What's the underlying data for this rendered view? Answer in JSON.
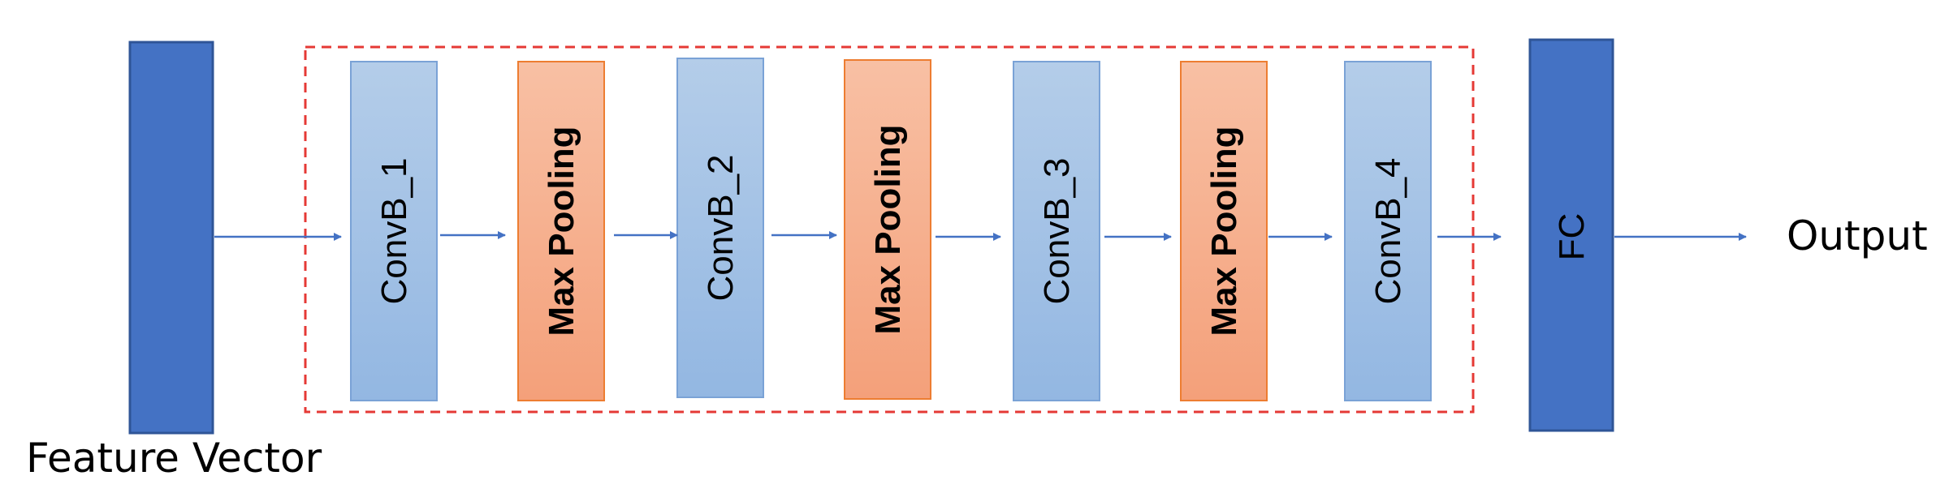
{
  "input_label": "Feature Vector",
  "output_label": "Output",
  "blocks": [
    {
      "label": "ConvB_1",
      "kind": "conv"
    },
    {
      "label": "Max Pooling",
      "kind": "pool"
    },
    {
      "label": "ConvB_2",
      "kind": "conv"
    },
    {
      "label": "Max Pooling",
      "kind": "pool"
    },
    {
      "label": "ConvB_3",
      "kind": "conv"
    },
    {
      "label": "Max Pooling",
      "kind": "pool"
    },
    {
      "label": "ConvB_4",
      "kind": "conv"
    }
  ],
  "fc_label": "FC",
  "colors": {
    "dark_blue": "#4472c4",
    "conv_fill": "#a9c4e8",
    "pool_fill": "#f4a582",
    "arrow": "#4472c4",
    "dashed_border": "#e53935"
  }
}
